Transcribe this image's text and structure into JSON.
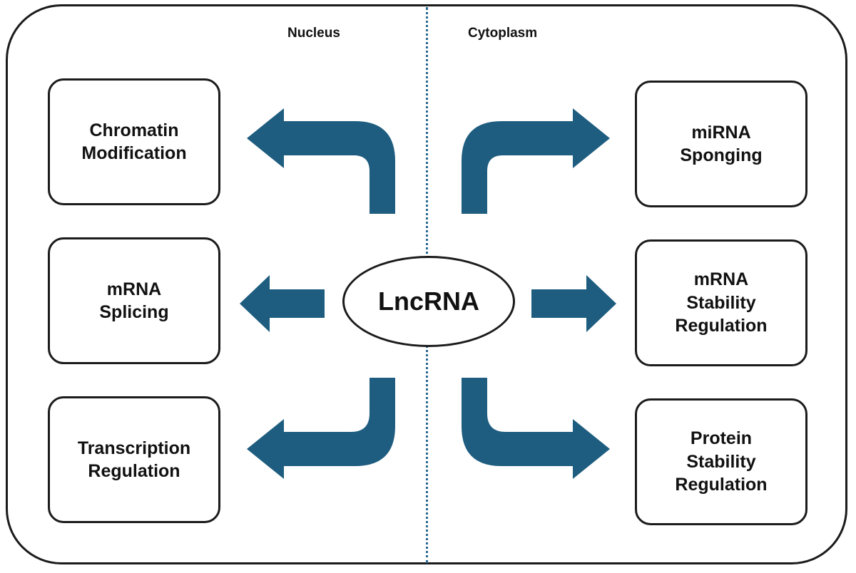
{
  "regions": {
    "nucleus_label": "Nucleus",
    "cytoplasm_label": "Cytoplasm"
  },
  "center": {
    "label": "LncRNA"
  },
  "nucleus_functions": [
    {
      "label": "Chromatin\nModification"
    },
    {
      "label": "mRNA\nSplicing"
    },
    {
      "label": "Transcription\nRegulation"
    }
  ],
  "cytoplasm_functions": [
    {
      "label": "miRNA\nSponging"
    },
    {
      "label": "mRNA\nStability\nRegulation"
    },
    {
      "label": "Protein\nStability\nRegulation"
    }
  ],
  "colors": {
    "arrow": "#1e5d7f",
    "divider": "#2c6a93",
    "outline": "#1b1b1b"
  }
}
